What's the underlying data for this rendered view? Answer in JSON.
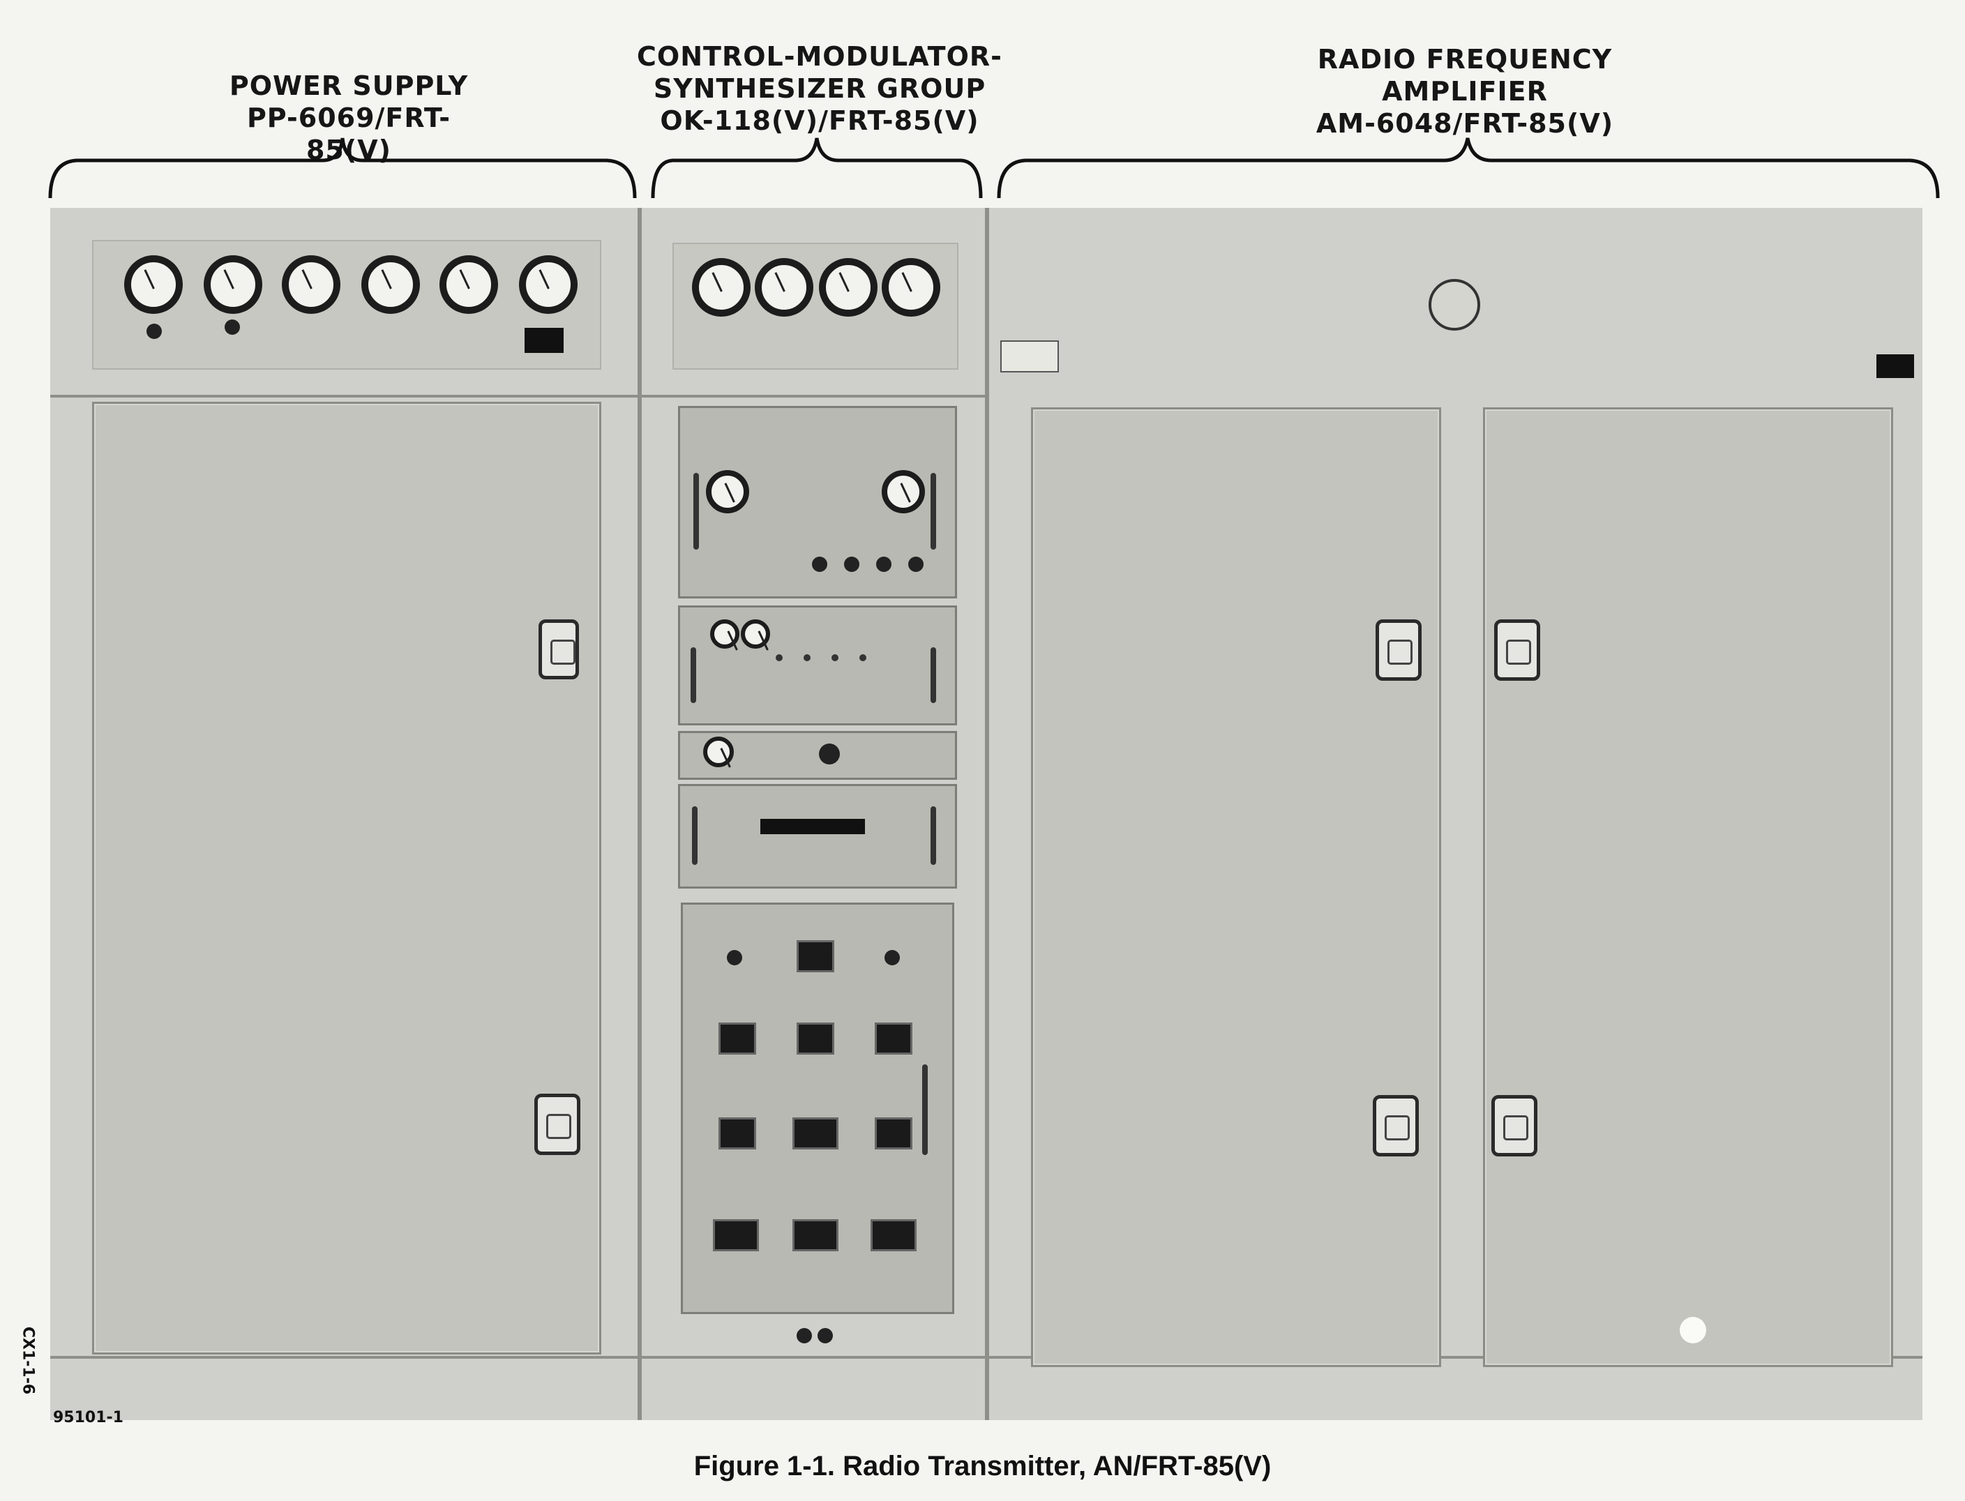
{
  "labels": {
    "power_supply": [
      "POWER SUPPLY",
      "PP-6069/FRT-85(V)"
    ],
    "control_group": [
      "CONTROL-MODULATOR-",
      "SYNTHESIZER GROUP",
      "OK-118(V)/FRT-85(V)"
    ],
    "rf_amplifier": [
      "RADIO FREQUENCY",
      "AMPLIFIER",
      "AM-6048/FRT-85(V)"
    ]
  },
  "photo_id": "95101-1",
  "side_code": "CX1-1-6",
  "caption": "Figure 1-1.  Radio Transmitter, AN/FRT-85(V)",
  "colors": {
    "panel": "#c8c8c3",
    "frame": "#cfcfcb",
    "outline": "#8c8c87",
    "ink": "#161616"
  }
}
